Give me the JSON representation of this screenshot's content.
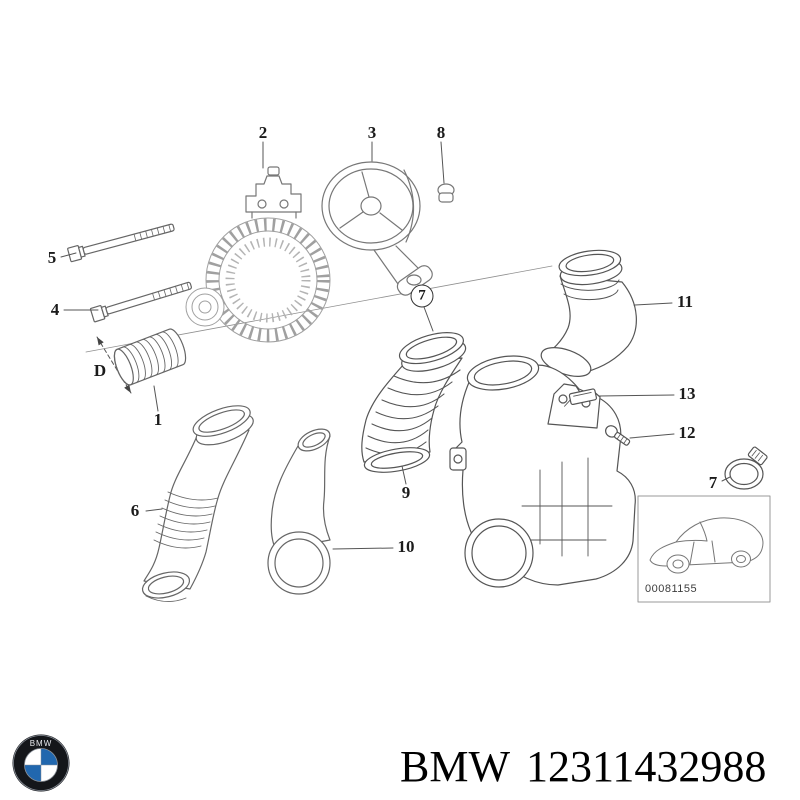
{
  "callouts": [
    {
      "label": "2"
    },
    {
      "label": "3"
    },
    {
      "label": "8"
    },
    {
      "label": "5"
    },
    {
      "label": "4"
    },
    {
      "label": "7"
    },
    {
      "label": "11"
    },
    {
      "label": "D"
    },
    {
      "label": "1"
    },
    {
      "label": "13"
    },
    {
      "label": "12"
    },
    {
      "label": "9"
    },
    {
      "label": "6"
    },
    {
      "label": "7"
    },
    {
      "label": "10"
    }
  ],
  "inset": {
    "code": "00081155"
  },
  "footer": {
    "logo_text": "BMW",
    "brand": "BMW",
    "part_number": "12311432988"
  },
  "colors": {
    "roundel_blue": "#2167ae",
    "line": "#555555"
  }
}
